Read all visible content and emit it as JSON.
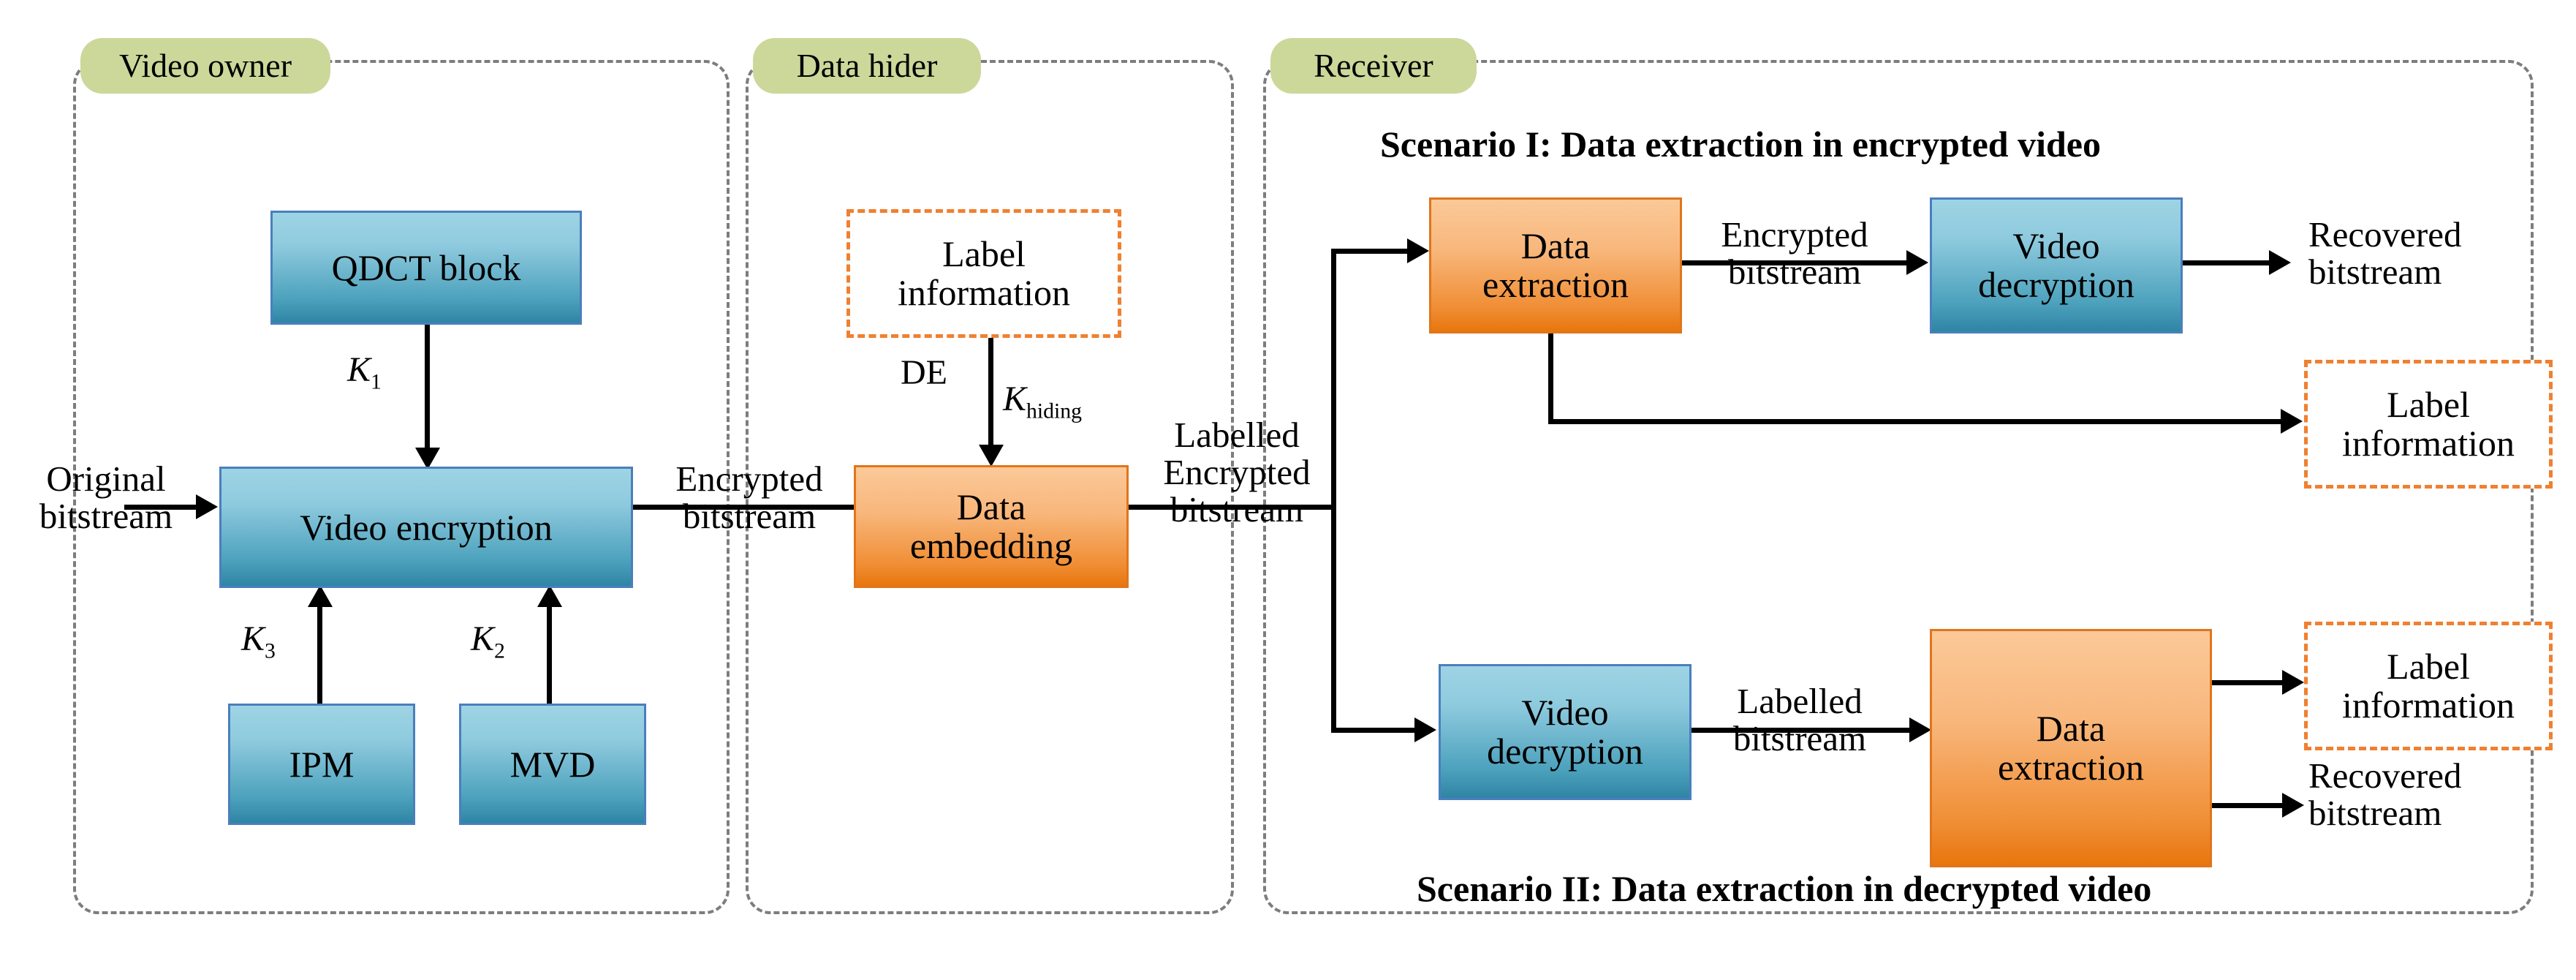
{
  "figure": {
    "title": "Reversible data hiding in encrypted video framework",
    "accent_blue": "#4da2bd",
    "accent_orange": "#f08e35",
    "panel_tag_green": "#ccd79a",
    "dash_gray": "#7d7d7d",
    "dash_orange": "#f08030"
  },
  "panels": [
    {
      "id": "video-owner",
      "tag": "Video owner"
    },
    {
      "id": "data-hider",
      "tag": "Data hider"
    },
    {
      "id": "receiver",
      "tag": "Receiver"
    }
  ],
  "video_owner": {
    "qdct_block": "QDCT block",
    "video_encryption": "Video encryption",
    "ipm": "IPM",
    "mvd": "MVD",
    "keys": {
      "k1": "K",
      "k1_sub": "1",
      "k2": "K",
      "k2_sub": "2",
      "k3": "K",
      "k3_sub": "3"
    },
    "input_label": "Original\nbitstream",
    "output_label": "Encrypted\nbitstream"
  },
  "data_hider": {
    "label_information": "Label\ninformation",
    "data_embedding": "Data\nembedding",
    "de_label": "DE",
    "k_hiding": "K",
    "k_hiding_sub": "hiding",
    "output_label": "Labelled\nEncrypted\nbitstream"
  },
  "receiver": {
    "scenario1": {
      "heading": "Scenario I: Data extraction in encrypted video",
      "data_extraction": "Data\nextraction",
      "mid_label": "Encrypted\nbitstream",
      "video_decryption": "Video\ndecryption",
      "out_bitstream": "Recovered\nbitstream",
      "out_label_information": "Label\ninformation"
    },
    "scenario2": {
      "heading": "Scenario II: Data extraction in decrypted video",
      "video_decryption": "Video\ndecryption",
      "mid_label": "Labelled\nbitstream",
      "data_extraction": "Data\nextraction",
      "out_label_information": "Label\ninformation",
      "out_bitstream": "Recovered\nbitstream"
    }
  }
}
